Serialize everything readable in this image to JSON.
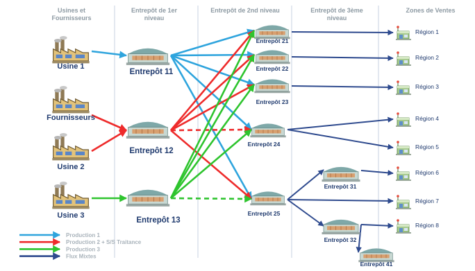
{
  "headers": {
    "sources": [
      "Usines et",
      "Fournisseurs"
    ],
    "level1": [
      "Entrepôt de 1er",
      "niveau"
    ],
    "level2": [
      "Entrepôt de 2nd niveau"
    ],
    "level3": [
      "Entrepôt de 3ème",
      "niveau"
    ],
    "sales": [
      "Zones de Ventes"
    ]
  },
  "sources": [
    "Usine 1",
    "Fournisseurs",
    "Usine 2",
    "Usine 3"
  ],
  "level1": [
    "Entrepôt 11",
    "Entrepôt 12",
    "Entrepôt 13"
  ],
  "level2": [
    "Entrepôt 21",
    "Entrepôt 22",
    "Entrepôt 23",
    "Entrepôt 24",
    "Entrepôt 25"
  ],
  "level3": [
    "Entrepôt 31",
    "Entrepôt 32",
    "Entrepôt 41"
  ],
  "regions": [
    "Région 1",
    "Région 2",
    "Région 3",
    "Région 4",
    "Région 5",
    "Région 6",
    "Région 7",
    "Région 8"
  ],
  "legend": [
    {
      "label": "Production 1",
      "color": "#2ea4dd"
    },
    {
      "label": "Production 2 + S/S Traitance",
      "color": "#ee2b2b"
    },
    {
      "label": "Production 3",
      "color": "#2ec42e"
    },
    {
      "label": "Flux Mixtes",
      "color": "#2e4a8e"
    }
  ],
  "colors": {
    "production1": "#2ea4dd",
    "production2": "#ee2b2b",
    "production3": "#2ec42e",
    "mixed": "#2e4a8e",
    "header": "#8d9aa3",
    "label": "#1f3a6e",
    "divider": "#c7d0e2"
  },
  "icons": {
    "source": "factory-icon",
    "warehouse": "warehouse-icon",
    "region": "store-icon"
  },
  "flows": [
    {
      "from": "Usine 1",
      "to": "Entrepôt 11",
      "type": "production1",
      "style": "solid"
    },
    {
      "from": "Fournisseurs",
      "to": "Entrepôt 12",
      "type": "production2",
      "style": "solid"
    },
    {
      "from": "Usine 2",
      "to": "Entrepôt 12",
      "type": "production2",
      "style": "solid"
    },
    {
      "from": "Usine 3",
      "to": "Entrepôt 13",
      "type": "production3",
      "style": "solid"
    },
    {
      "from": "Entrepôt 11",
      "to": "Entrepôt 21",
      "type": "production1",
      "style": "solid"
    },
    {
      "from": "Entrepôt 11",
      "to": "Entrepôt 22",
      "type": "production1",
      "style": "solid"
    },
    {
      "from": "Entrepôt 11",
      "to": "Entrepôt 23",
      "type": "production1",
      "style": "solid"
    },
    {
      "from": "Entrepôt 11",
      "to": "Entrepôt 24",
      "type": "production1",
      "style": "solid"
    },
    {
      "from": "Entrepôt 11",
      "to": "Entrepôt 25",
      "type": "production1",
      "style": "solid"
    },
    {
      "from": "Entrepôt 12",
      "to": "Entrepôt 21",
      "type": "production2",
      "style": "solid"
    },
    {
      "from": "Entrepôt 12",
      "to": "Entrepôt 22",
      "type": "production2",
      "style": "solid"
    },
    {
      "from": "Entrepôt 12",
      "to": "Entrepôt 23",
      "type": "production2",
      "style": "solid"
    },
    {
      "from": "Entrepôt 12",
      "to": "Entrepôt 24",
      "type": "production2",
      "style": "dashed"
    },
    {
      "from": "Entrepôt 12",
      "to": "Entrepôt 25",
      "type": "production2",
      "style": "solid"
    },
    {
      "from": "Entrepôt 13",
      "to": "Entrepôt 21",
      "type": "production3",
      "style": "solid"
    },
    {
      "from": "Entrepôt 13",
      "to": "Entrepôt 22",
      "type": "production3",
      "style": "solid"
    },
    {
      "from": "Entrepôt 13",
      "to": "Entrepôt 23",
      "type": "production3",
      "style": "solid"
    },
    {
      "from": "Entrepôt 13",
      "to": "Entrepôt 24",
      "type": "production3",
      "style": "solid"
    },
    {
      "from": "Entrepôt 13",
      "to": "Entrepôt 25",
      "type": "production3",
      "style": "dashed"
    },
    {
      "from": "Entrepôt 21",
      "to": "Région 1",
      "type": "mixed",
      "style": "solid"
    },
    {
      "from": "Entrepôt 22",
      "to": "Région 2",
      "type": "mixed",
      "style": "solid"
    },
    {
      "from": "Entrepôt 23",
      "to": "Région 3",
      "type": "mixed",
      "style": "solid"
    },
    {
      "from": "Entrepôt 24",
      "to": "Région 4",
      "type": "mixed",
      "style": "solid"
    },
    {
      "from": "Entrepôt 24",
      "to": "Région 5",
      "type": "mixed",
      "style": "solid"
    },
    {
      "from": "Entrepôt 25",
      "to": "Entrepôt 31",
      "type": "mixed",
      "style": "solid"
    },
    {
      "from": "Entrepôt 25",
      "to": "Région 7",
      "type": "mixed",
      "style": "solid"
    },
    {
      "from": "Entrepôt 25",
      "to": "Entrepôt 32",
      "type": "mixed",
      "style": "solid"
    },
    {
      "from": "Entrepôt 31",
      "to": "Région 6",
      "type": "mixed",
      "style": "solid"
    },
    {
      "from": "Entrepôt 32",
      "to": "Région 8",
      "type": "mixed",
      "style": "solid"
    },
    {
      "from": "Entrepôt 32",
      "to": "Entrepôt 41",
      "type": "mixed",
      "style": "solid"
    }
  ]
}
